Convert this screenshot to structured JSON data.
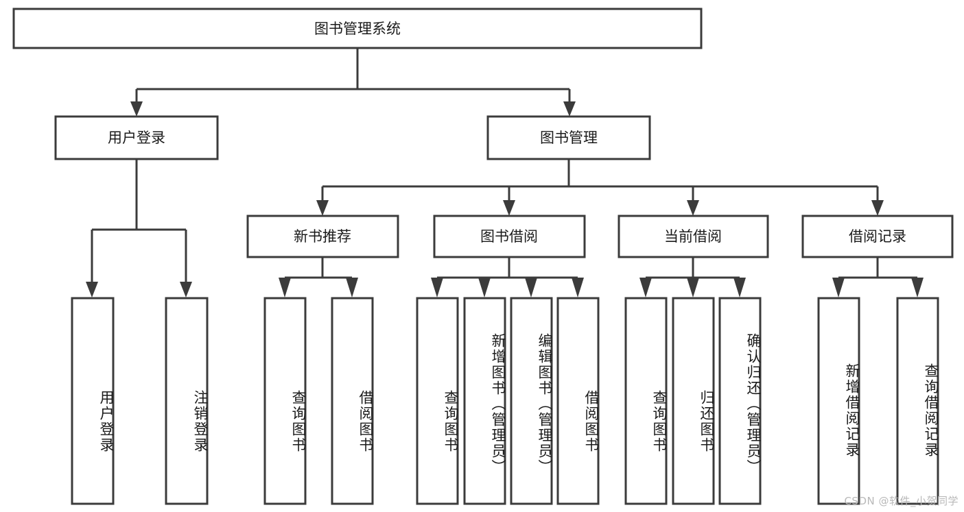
{
  "diagram": {
    "type": "tree",
    "title": "图书管理系统",
    "orientation": "top-down",
    "watermark": "CSDN @软件_小贺同学",
    "colors": {
      "box_stroke": "#3b3b3b",
      "box_fill": "#ffffff",
      "connector": "#3b3b3b",
      "text": "#1a1a1a",
      "watermark": "#b8b8b8",
      "background": "#ffffff"
    },
    "root": {
      "label": "图书管理系统"
    },
    "level2": [
      {
        "label": "用户登录"
      },
      {
        "label": "图书管理"
      }
    ],
    "level3": [
      {
        "label": "新书推荐"
      },
      {
        "label": "图书借阅"
      },
      {
        "label": "当前借阅"
      },
      {
        "label": "借阅记录"
      }
    ],
    "leaves": {
      "user_login": [
        "用户登录",
        "注销登录"
      ],
      "new_book_recommend": [
        "查询图书",
        "借阅图书"
      ],
      "book_borrow": [
        "查询图书",
        "新增图书（管理员）",
        "编辑图书（管理员）",
        "借阅图书"
      ],
      "current_borrow": [
        "查询图书",
        "归还图书",
        "确认归还（管理员）"
      ],
      "borrow_record": [
        "新增借阅记录",
        "查询借阅记录"
      ]
    }
  }
}
